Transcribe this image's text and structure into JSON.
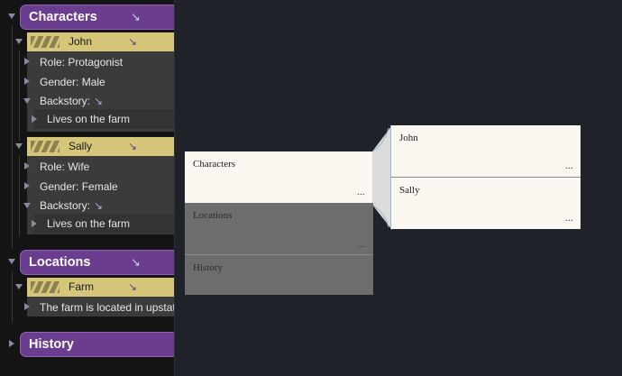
{
  "outline": {
    "characters": {
      "label": "Characters",
      "arrow": "↘",
      "john": {
        "tag": "John",
        "arrow": "↘",
        "role": "Role: Protagonist",
        "gender": "Gender: Male",
        "backstory": "Backstory:",
        "backstory_arrow": "↘",
        "backstory_text": "Lives on the farm"
      },
      "sally": {
        "tag": "Sally",
        "arrow": "↘",
        "role": "Role: Wife",
        "gender": "Gender: Female",
        "backstory": "Backstory:",
        "backstory_arrow": "↘",
        "backstory_text": "Lives on the farm"
      }
    },
    "locations": {
      "label": "Locations",
      "arrow": "↘",
      "farm": {
        "tag": "Farm",
        "arrow": "↘",
        "text": "The farm is located in upstate"
      }
    },
    "history": {
      "label": "History"
    }
  },
  "cards": {
    "characters": {
      "title": "Characters",
      "more": "..."
    },
    "locations": {
      "title": "Locations",
      "more": "..."
    },
    "history": {
      "title": "History"
    },
    "john": {
      "title": "John",
      "more": "..."
    },
    "sally": {
      "title": "Sally",
      "more": "..."
    }
  },
  "colors": {
    "heading_purple": "#6a3d8f",
    "tag_yellow": "#d5c679",
    "card_light": "#fbf8f1",
    "card_dim": "#6d6d6d",
    "background": "#1f2329"
  }
}
